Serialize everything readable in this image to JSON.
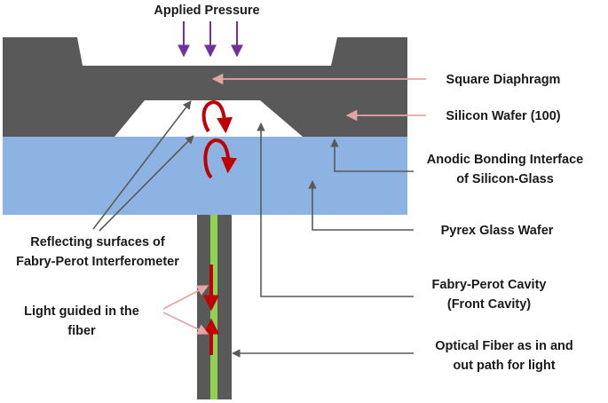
{
  "labels": {
    "applied_pressure": "Applied Pressure",
    "square_diaphragm": "Square Diaphragm",
    "silicon_wafer": "Silicon Wafer (100)",
    "anodic_line1": "Anodic Bonding Interface",
    "anodic_line2": "of Silicon-Glass",
    "pyrex": "Pyrex Glass Wafer",
    "reflecting_line1": "Reflecting surfaces of",
    "reflecting_line2": "Fabry-Perot Interferometer",
    "cavity_line1": "Fabry-Perot Cavity",
    "cavity_line2": "(Front Cavity)",
    "light_line1": "Light guided in the",
    "light_line2": "fiber",
    "fiber_line1": "Optical Fiber as in and",
    "fiber_line2": "out path for light"
  },
  "colors": {
    "silicon": "#595959",
    "glass": "#8db3e2",
    "fiber_cladding": "#595959",
    "fiber_core": "#92d050",
    "pressure_arrow": "#7030a0",
    "light_arrow": "#c00000",
    "pink_leader": "#e6a5a5",
    "gray_leader": "#595959"
  }
}
